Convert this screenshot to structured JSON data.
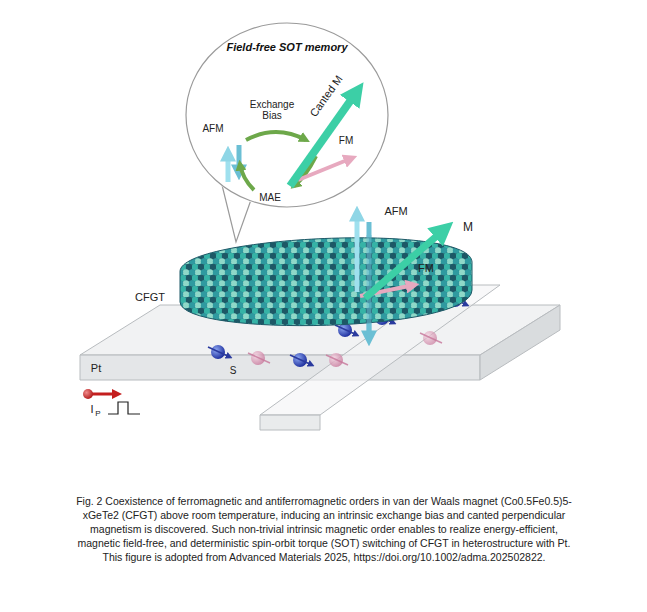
{
  "diagram": {
    "caption": "Fig. 2 Coexistence of ferromagnetic and antiferromagnetic orders in van der Waals magnet (Co0.5Fe0.5)5-xGeTe2 (CFGT) above room temperature, inducing an intrinsic exchange bias and canted perpendicular magnetism is discovered. Such non-trivial intrinsic magnetic order enables to realize energy-efficient, magnetic field-free, and deterministic spin-orbit torque (SOT) switching of CFGT in heterostructure with Pt. This figure is adopted from Advanced Materials 2025, https://doi.org/10.1002/adma.202502822.",
    "nodes": [
      {
        "text": [
          "Field-free SOT memory"
        ]
      }
    ],
    "labels": [
      "Canted M",
      "Exchange Bias",
      "AFM",
      "FM",
      "MAE",
      "AFM",
      "M",
      "FM",
      "CFGT",
      "S",
      "Pt",
      "I",
      "P"
    ]
  }
}
